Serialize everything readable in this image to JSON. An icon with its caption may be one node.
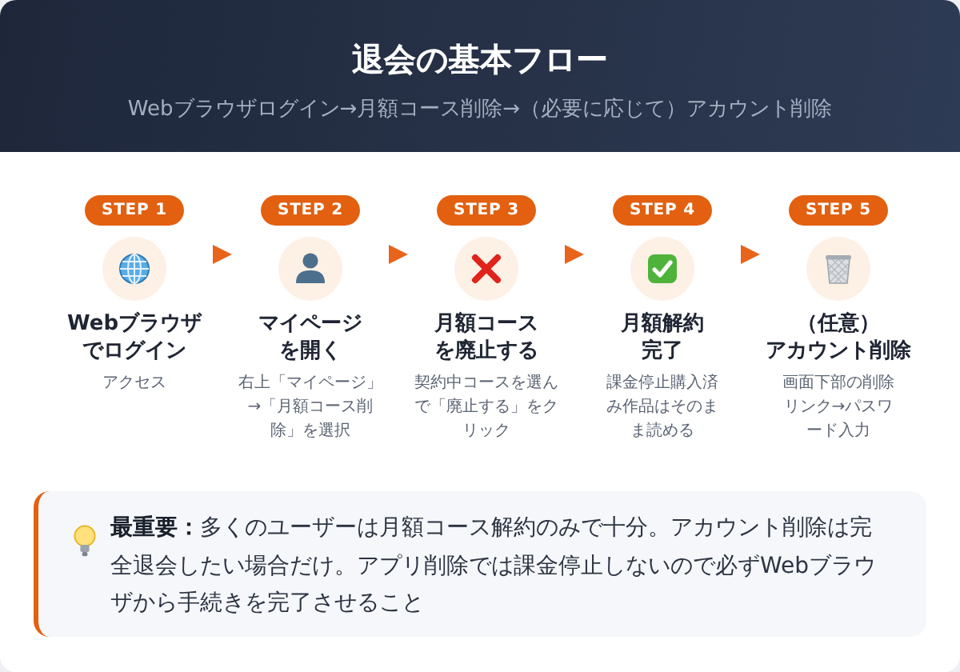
{
  "diagram": {
    "title": "退会の基本フロー",
    "nodes": [
      {
        "text": [
          "STEP 1",
          "Webブラウザでログイン",
          "アクセス"
        ]
      },
      {
        "text": [
          "STEP 2",
          "マイページを開く",
          "右上「マイページ」→「月額コース削除」を選択"
        ]
      },
      {
        "text": [
          "STEP 3",
          "月額コースを廃止する",
          "契約中コースを選んで「廃止する」をクリック"
        ]
      },
      {
        "text": [
          "STEP 4",
          "月額解約完了",
          "課金停止購入済み作品はそのまま読める"
        ]
      },
      {
        "text": [
          "STEP 5",
          "（任意）アカウント削除",
          "画面下部の削除リンク→パスワード入力"
        ]
      },
      {
        "text": [
          "**最重要：**多くのユーザーは月額コース解約のみで十分。アカウント削除は完全退会したい場合だけ。アプリ削除では課金停止しないので必ずWebブラウザから手続きを完了させること"
        ]
      }
    ],
    "edges": [
      {
        "from": 0,
        "to": 1,
        "arrow": "to"
      },
      {
        "from": 1,
        "to": 2,
        "arrow": "to"
      },
      {
        "from": 2,
        "to": 3,
        "arrow": "to"
      },
      {
        "from": 3,
        "to": 4,
        "arrow": "to"
      }
    ],
    "labels": [
      "Webブラウザログイン→月額コース削除→（必要に応じて）アカウント削除"
    ]
  }
}
